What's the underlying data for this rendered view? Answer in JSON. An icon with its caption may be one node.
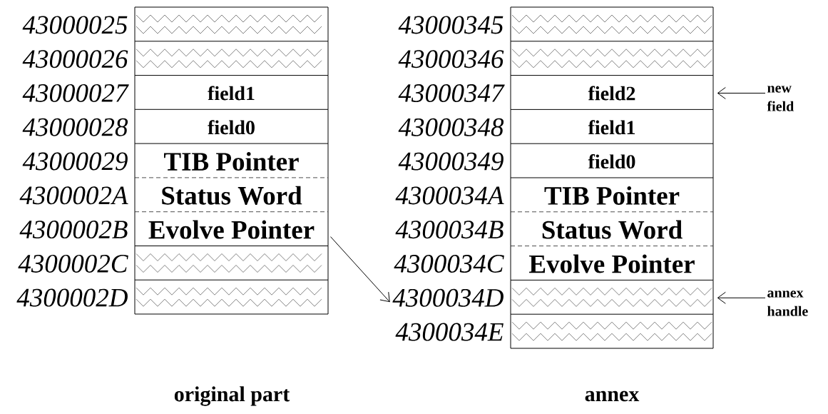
{
  "diagram": {
    "nodes": [
      {
        "text": [],
        "shape": "box",
        "beside": [
          "43000025"
        ]
      },
      {
        "text": [],
        "shape": "box",
        "beside": [
          "43000026"
        ]
      },
      {
        "text": [
          "field1"
        ],
        "beside": [
          "43000027"
        ]
      },
      {
        "text": [
          "field0"
        ],
        "beside": [
          "43000028"
        ]
      },
      {
        "text": [
          "TIB Pointer"
        ],
        "beside": [
          "43000029"
        ]
      },
      {
        "text": [
          "Status Word"
        ],
        "beside": [
          "4300002A"
        ]
      },
      {
        "text": [
          "Evolve Pointer"
        ],
        "beside": [
          "4300002B"
        ]
      },
      {
        "text": [],
        "shape": "box",
        "beside": [
          "4300002C"
        ]
      },
      {
        "text": [],
        "shape": "box",
        "beside": [
          "4300002D"
        ]
      },
      {
        "text": [],
        "shape": "box",
        "beside": [
          "43000345"
        ]
      },
      {
        "text": [],
        "shape": "box",
        "beside": [
          "43000346"
        ]
      },
      {
        "text": [
          "field2"
        ],
        "beside": [
          "43000347"
        ]
      },
      {
        "text": [
          "field1"
        ],
        "beside": [
          "43000348"
        ]
      },
      {
        "text": [
          "field0"
        ],
        "beside": [
          "43000349"
        ]
      },
      {
        "text": [
          "TIB Pointer"
        ],
        "beside": [
          "4300034A"
        ]
      },
      {
        "text": [
          "Status Word"
        ],
        "beside": [
          "4300034B"
        ]
      },
      {
        "text": [
          "Evolve Pointer"
        ],
        "beside": [
          "4300034C"
        ]
      },
      {
        "text": [],
        "shape": "box",
        "beside": [
          "4300034D"
        ]
      },
      {
        "text": [],
        "shape": "box",
        "beside": [
          "4300034E"
        ]
      },
      {
        "text": [
          "new field"
        ]
      },
      {
        "text": [
          "annex handle"
        ]
      }
    ],
    "edges": [
      {
        "from": 6,
        "to": 17,
        "arrow": "to"
      },
      {
        "from": 19,
        "to": 11,
        "arrow": "to"
      },
      {
        "from": 20,
        "to": 17,
        "arrow": "to"
      }
    ],
    "labels": [
      "original part",
      "annex"
    ]
  }
}
